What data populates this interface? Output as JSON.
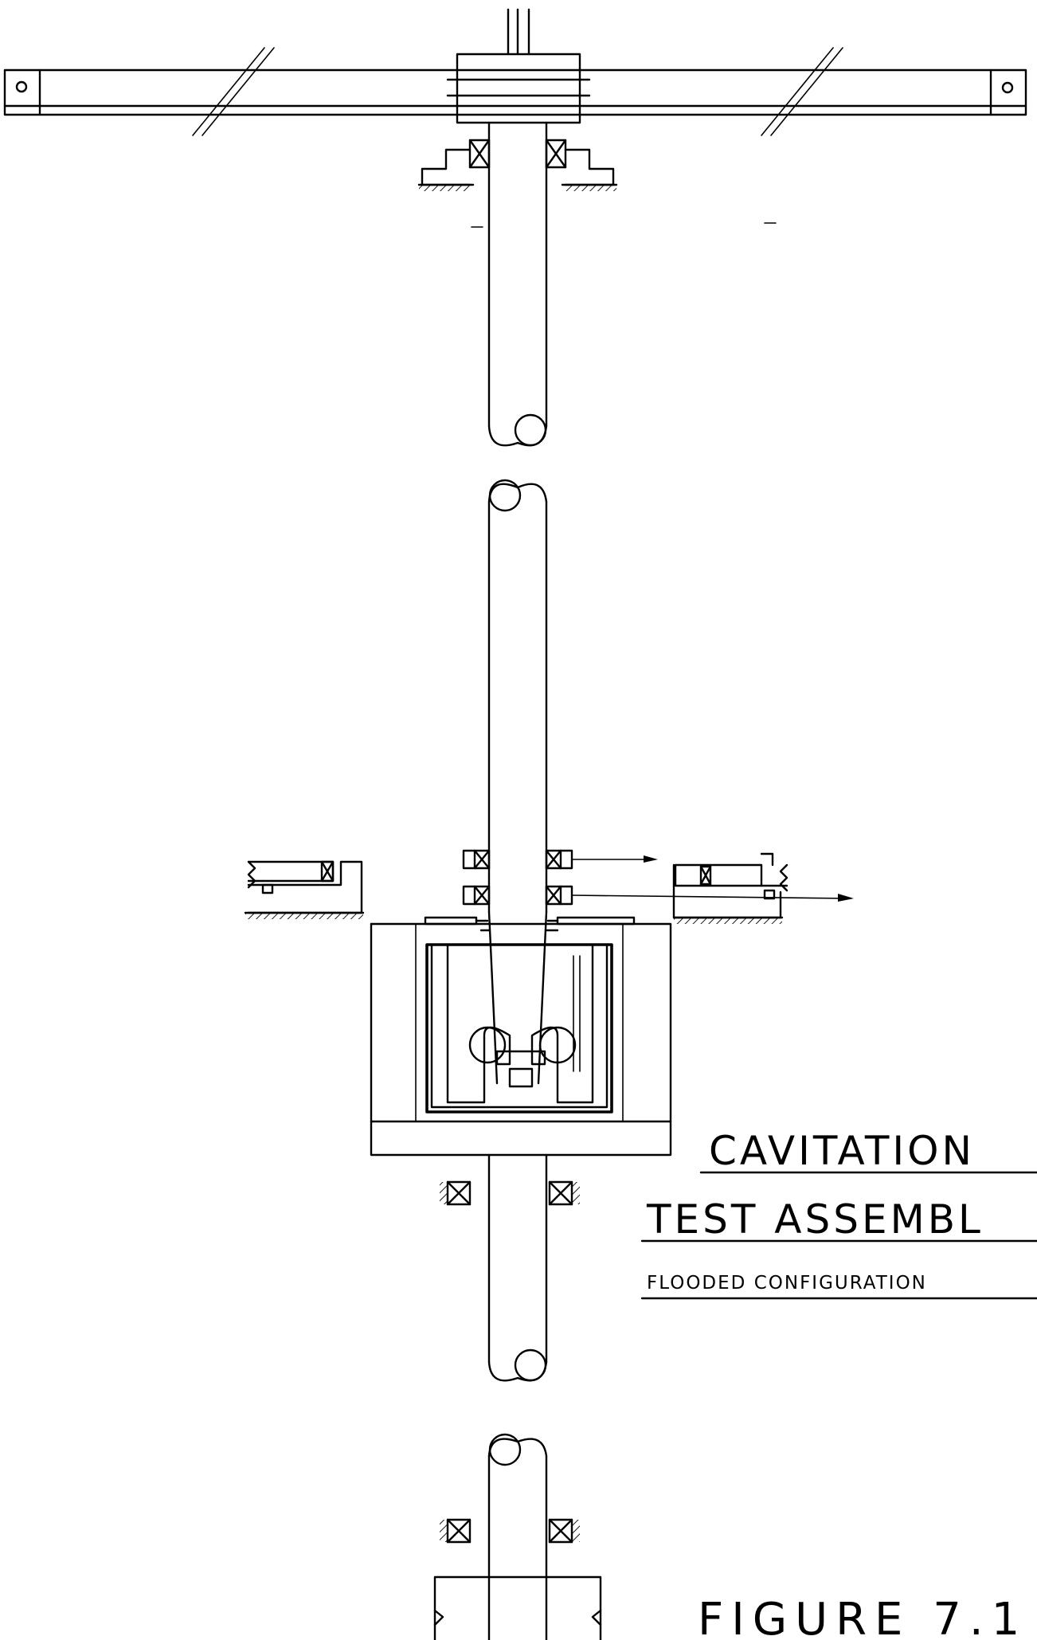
{
  "title_line1": "CAVITATION",
  "title_line2": "TEST ASSEMBL",
  "subtitle": "FLOODED CONFIGURATION",
  "figure_label": "FIGURE 7.1"
}
